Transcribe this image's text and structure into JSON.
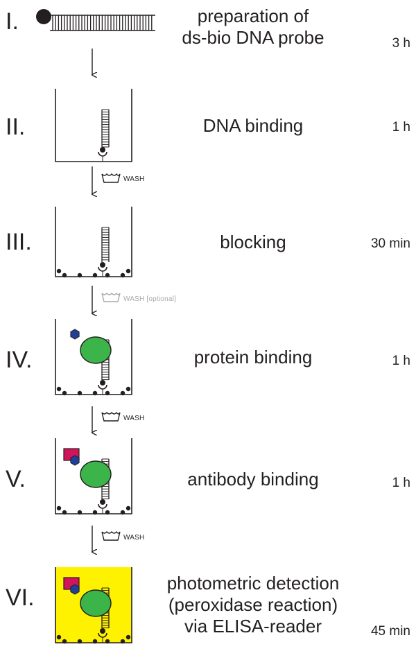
{
  "steps": [
    {
      "numeral": "I.",
      "description": [
        "preparation of",
        "ds-bio DNA probe"
      ],
      "time": "3 h"
    },
    {
      "numeral": "II.",
      "description": [
        "DNA binding"
      ],
      "time": "1 h"
    },
    {
      "numeral": "III.",
      "description": [
        "blocking"
      ],
      "time": "30 min"
    },
    {
      "numeral": "IV.",
      "description": [
        "protein binding"
      ],
      "time": "1 h"
    },
    {
      "numeral": "V.",
      "description": [
        "antibody binding"
      ],
      "time": "1 h"
    },
    {
      "numeral": "VI.",
      "description": [
        "photometric detection",
        "(peroxidase reaction)",
        "via ELISA-reader"
      ],
      "time": "45 min"
    }
  ],
  "transitions": [
    {
      "label": "WASH"
    },
    {
      "label": "WASH [optional]"
    },
    {
      "label": "WASH"
    },
    {
      "label": "WASH"
    }
  ],
  "colors": {
    "ink": "#231f20",
    "protein": "#3bb54a",
    "antigen": "#1f3f99",
    "antibody": "#d2145a",
    "detection_bg": "#fff200",
    "optional_wash": "#a7a9ac"
  }
}
